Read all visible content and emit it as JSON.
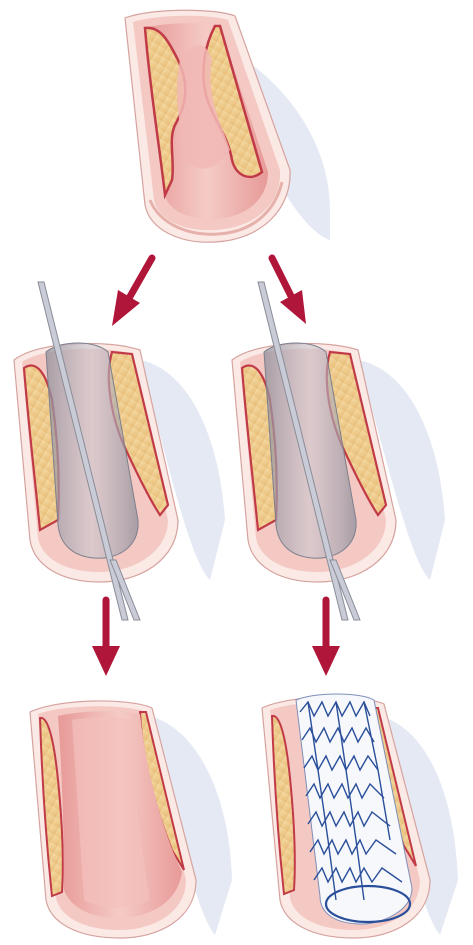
{
  "diagram": {
    "description_hidden": "",
    "colors": {
      "background": "#ffffff",
      "vessel_wall": "#f4c9c4",
      "vessel_outer": "#fbe9e6",
      "vessel_lumen": "#efb2ad",
      "plaque": "#f1d197",
      "plaque_streak": "#e2b36a",
      "intima": "#c13a48",
      "shadow": "#dfe3f0",
      "arrow": "#b0163a",
      "balloon": "#a7a9b2",
      "catheter": "#c9ccd6",
      "stent_wire": "#2a4f9a"
    },
    "panels": [
      {
        "name": "narrowed-artery",
        "icon": "artery-with-plaque"
      },
      {
        "name": "balloon-catheter-left",
        "icon": "balloon-angioplasty"
      },
      {
        "name": "balloon-catheter-right",
        "icon": "balloon-with-stent"
      },
      {
        "name": "widened-artery",
        "icon": "artery-after-angioplasty"
      },
      {
        "name": "stented-artery",
        "icon": "artery-with-stent"
      }
    ],
    "arrows": [
      {
        "name": "arrow-top-left",
        "direction": "down-left"
      },
      {
        "name": "arrow-top-right",
        "direction": "down-right"
      },
      {
        "name": "arrow-mid-left",
        "direction": "down"
      },
      {
        "name": "arrow-mid-right",
        "direction": "down"
      }
    ]
  }
}
